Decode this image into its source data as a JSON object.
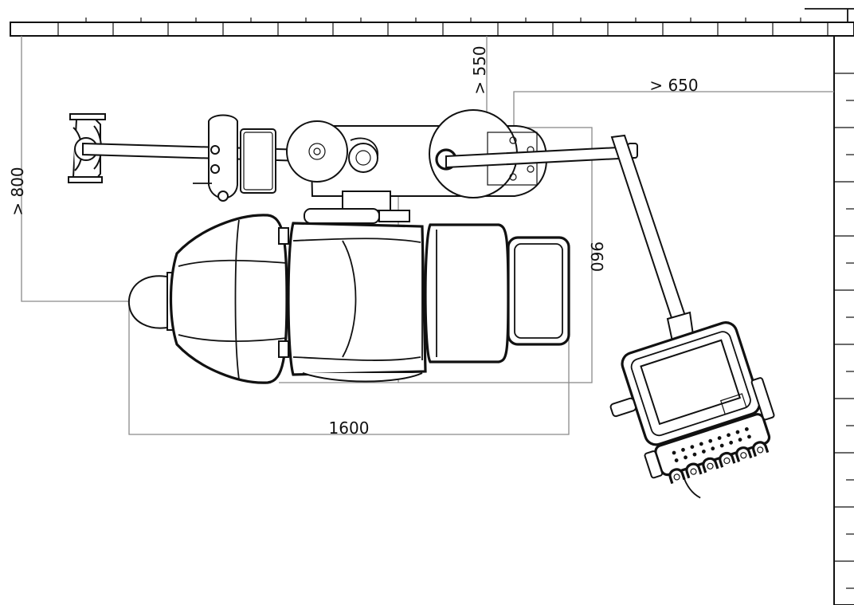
{
  "dimensions": {
    "top_clearance": "> 550",
    "right_clearance": "> 650",
    "left_clearance": "> 800",
    "chair_width": "960",
    "chair_length": "1600"
  },
  "components": [
    {
      "name": "operating-light",
      "icon": "dental-light-icon"
    },
    {
      "name": "assistant-instrument-holder",
      "icon": "holder-icon"
    },
    {
      "name": "spittoon-bowl",
      "icon": "spittoon-icon"
    },
    {
      "name": "dental-chair",
      "icon": "chair-icon"
    },
    {
      "name": "foot-control",
      "icon": "foot-pedal-icon"
    },
    {
      "name": "delivery-unit",
      "icon": "instrument-tray-icon"
    }
  ]
}
